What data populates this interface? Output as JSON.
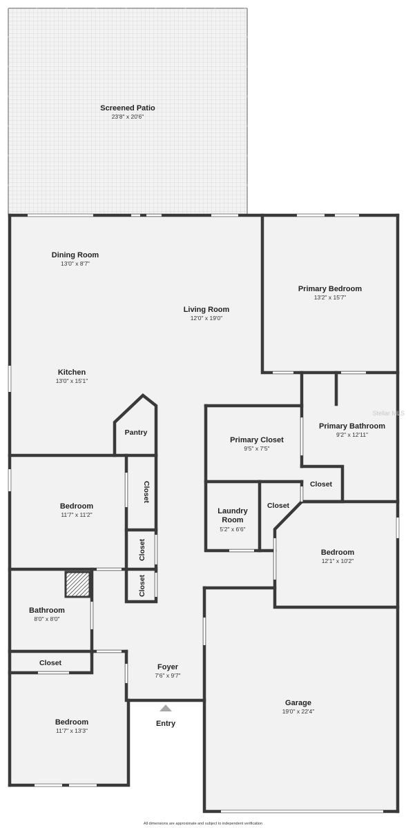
{
  "floor_plan": {
    "rooms": {
      "screened_patio": {
        "name": "Screened Patio",
        "dims": "23'8\" x 20'6\""
      },
      "dining_room": {
        "name": "Dining Room",
        "dims": "13'0\" x 8'7\""
      },
      "living_room": {
        "name": "Living Room",
        "dims": "12'0\" x 19'0\""
      },
      "kitchen": {
        "name": "Kitchen",
        "dims": "13'0\" x 15'1\""
      },
      "primary_bedroom": {
        "name": "Primary Bedroom",
        "dims": "13'2\" x 15'7\""
      },
      "primary_bathroom": {
        "name": "Primary Bathroom",
        "dims": "9'2\" x 12'11\""
      },
      "primary_closet": {
        "name": "Primary Closet",
        "dims": "9'5\" x 7'5\""
      },
      "pantry": {
        "name": "Pantry"
      },
      "closet_primary_bath": {
        "name": "Closet"
      },
      "laundry": {
        "name_line1": "Laundry",
        "name_line2": "Room",
        "dims": "5'2\" x 6'6\""
      },
      "closet_laundry": {
        "name": "Closet"
      },
      "bedroom_2": {
        "name": "Bedroom",
        "dims": "11'7\" x 11'2\""
      },
      "closet_vert_1": {
        "name": "Closet"
      },
      "closet_vert_2": {
        "name": "Closet"
      },
      "closet_vert_3": {
        "name": "Closet"
      },
      "bedroom_east": {
        "name": "Bedroom",
        "dims": "12'1\" x 10'2\""
      },
      "bathroom": {
        "name": "Bathroom",
        "dims": "8'0\" x 8'0\""
      },
      "closet_hall": {
        "name": "Closet"
      },
      "foyer": {
        "name": "Foyer",
        "dims": "7'6\" x 9'7\""
      },
      "garage": {
        "name": "Garage",
        "dims": "19'0\" x 22'4\""
      },
      "bedroom_3": {
        "name": "Bedroom",
        "dims": "11'7\" x 13'3\""
      }
    },
    "entry_label": "Entry",
    "watermark": "Stellar MLS",
    "footer": "All dimensions are approximate and subject to independent verification",
    "colors": {
      "wall": "#3a3a3a",
      "floor": "#f2f2f2",
      "patio_grid": "#d4d4d4",
      "window": "#ffffff"
    }
  }
}
